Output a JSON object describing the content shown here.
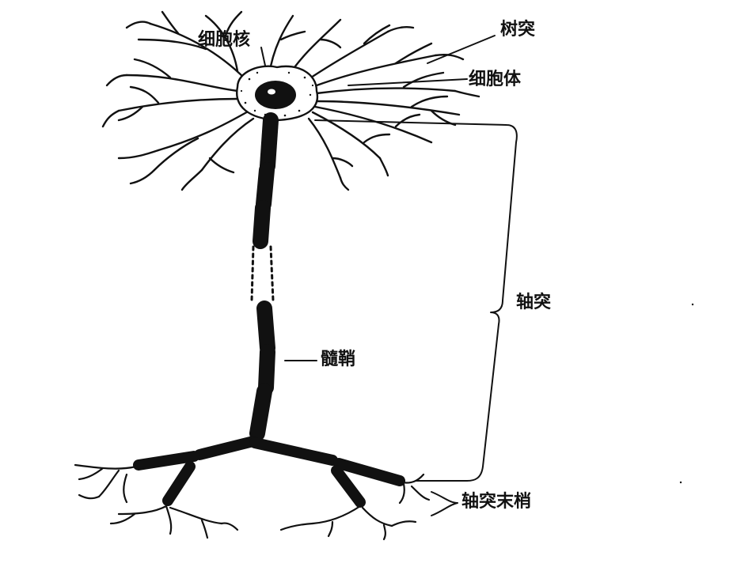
{
  "labels": {
    "nucleus": "细胞核",
    "dendrite": "树突",
    "soma": "细胞体",
    "axon": "轴突",
    "myelin_sheath": "髓鞘",
    "axon_terminal": "轴突末梢"
  },
  "colors": {
    "ink": "#111111",
    "background": "#ffffff"
  }
}
